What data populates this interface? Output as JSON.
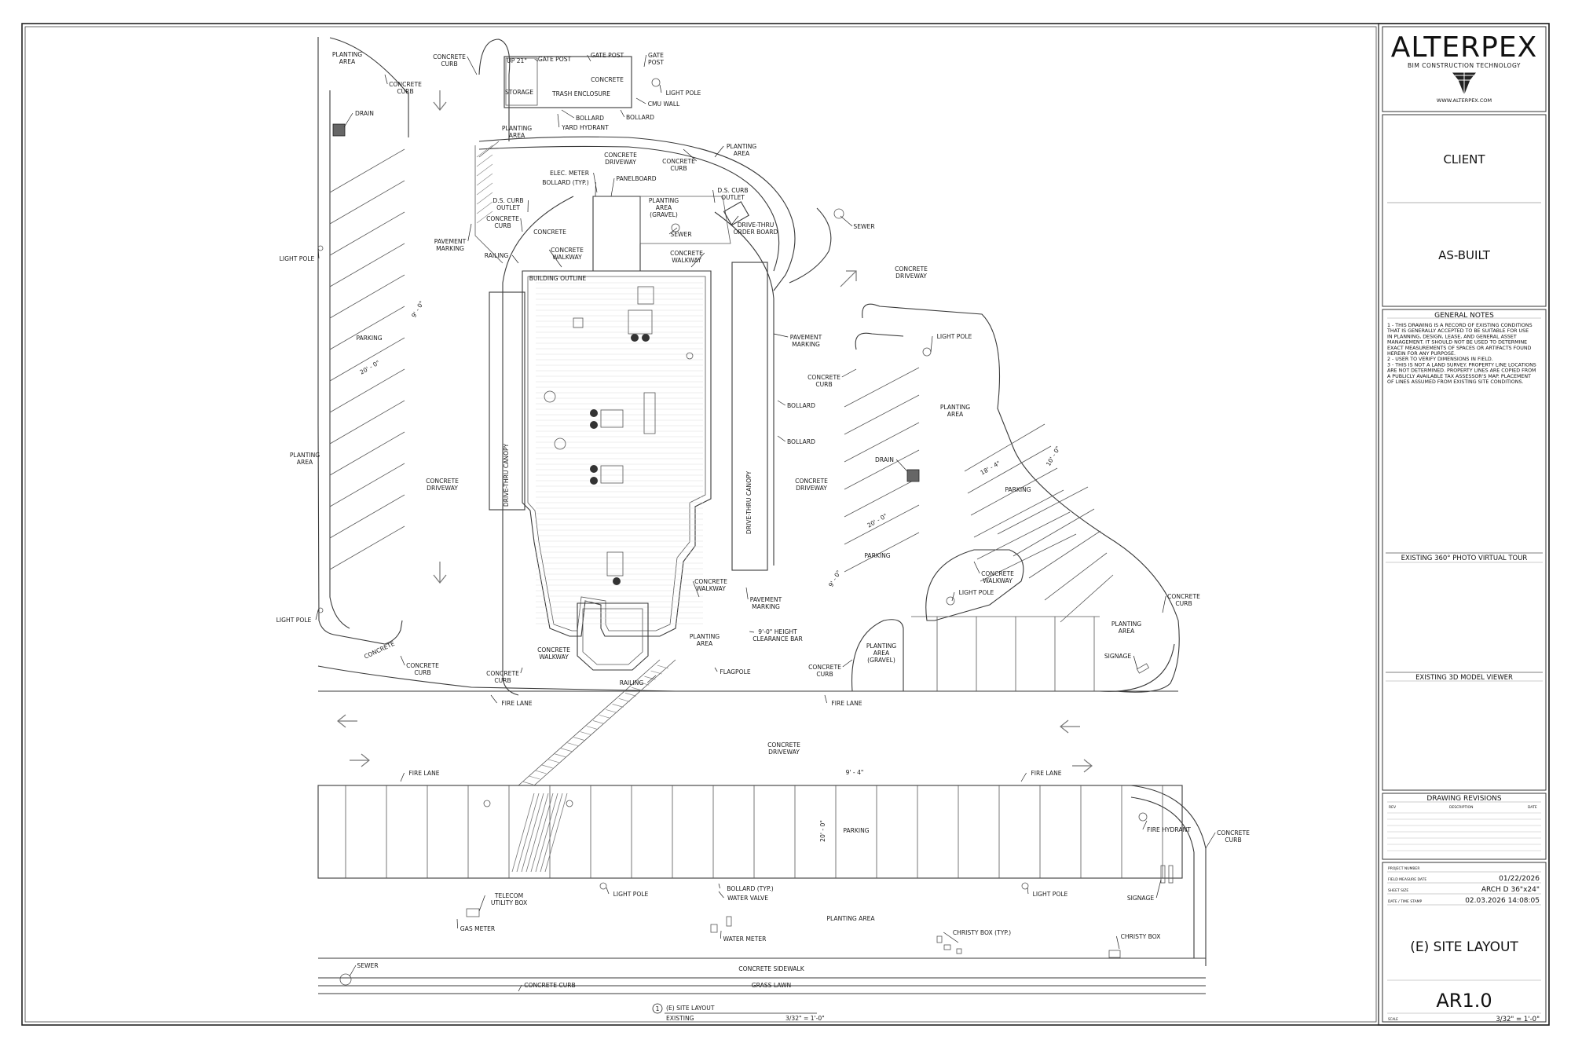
{
  "titleblock": {
    "logo": "ALTERPEX",
    "tagline": "BIM CONSTRUCTION TECHNOLOGY",
    "website": "WWW.ALTERPEX.COM",
    "client": "CLIENT",
    "status": "AS-BUILT",
    "notes_title": "GENERAL NOTES",
    "notes": [
      "1 - THIS DRAWING IS A RECORD OF EXISTING CONDITIONS",
      "THAT IS  GENERALLY ACCEPTED TO BE SUITABLE FOR USE",
      "IN PLANNING,  DESIGN, LEASE, AND GENERAL ASSET",
      "MANAGEMENT. IT SHOULD NOT BE USED TO DETERMINE",
      "EXACT MEASUREMENTS OF SPACES OR ARTIFACTS FOUND",
      "HEREIN FOR ANY PURPOSE.",
      "2 - USER TO VERIFY DIMENSIONS IN FIELD.",
      "3 - THIS IS NOT A LAND SURVEY. PROPERTY LINE LOCATIONS",
      "ARE NOT DETERMINED. PROPERTY LINES ARE COPIED FROM",
      "A PUBLICLY AVAILABLE TAX ASSESSOR'S MAP. PLACEMENT",
      "OF LINES ASSUMED FROM EXISTING SITE CONDITIONS."
    ],
    "photo_tour": "EXISTING 360° PHOTO VIRTUAL TOUR",
    "model_viewer": "EXISTING 3D MODEL VIEWER",
    "revisions_title": "DRAWING REVISIONS",
    "rev_cols": [
      "REV",
      "DESCRIPTION",
      "DATE"
    ],
    "project_number_label": "PROJECT NUMBER",
    "fields": [
      {
        "label": "FIELD MEASURE DATE",
        "value": "01/22/2026"
      },
      {
        "label": "SHEET SIZE",
        "value": "ARCH D 36\"x24\""
      },
      {
        "label": "DATE / TIME STAMP",
        "value": "02.03.2026 14:08:05"
      }
    ],
    "sheet_title": "(E) SITE LAYOUT",
    "sheet_number": "AR1.0",
    "scale_label": "SCALE",
    "scale_value": "3/32\" = 1'-0\""
  },
  "drawing_title": {
    "number": "1",
    "title": "(E) SITE LAYOUT",
    "sub": "EXISTING",
    "scale": "3/32\" = 1'-0\""
  },
  "labels": {
    "planting_area_nw": [
      "PLANTING",
      "AREA"
    ],
    "concrete_curb_nw": [
      "CONCRETE",
      "CURB"
    ],
    "drain_w": [
      "DRAIN"
    ],
    "light_pole_w": [
      "LIGHT POLE"
    ],
    "parking_w": [
      "PARKING"
    ],
    "dim_w1": [
      "9' - 0\""
    ],
    "dim_w2": [
      "20' - 0\""
    ],
    "planting_area_w": [
      "PLANTING",
      "AREA"
    ],
    "light_pole_sw": [
      "LIGHT POLE"
    ],
    "concrete_label_sw": [
      "CONCRETE"
    ],
    "concrete_curb_sw": [
      "CONCRETE",
      "CURB"
    ],
    "concrete_curb_top": [
      "CONCRETE",
      "CURB"
    ],
    "up21": [
      "UP 21\""
    ],
    "gate_post1": [
      "GATE POST"
    ],
    "gate_post2": [
      "GATE POST"
    ],
    "gate_post3": [
      "GATE",
      "POST"
    ],
    "concrete_top": [
      "CONCRETE"
    ],
    "storage": [
      "STORAGE"
    ],
    "trash_enclosure": [
      "TRASH ENCLOSURE"
    ],
    "light_pole_top": [
      "LIGHT POLE"
    ],
    "cmu_wall": [
      "CMU WALL"
    ],
    "bollard_top1": [
      "BOLLARD"
    ],
    "bollard_top2": [
      "BOLLARD"
    ],
    "yard_hydrant": [
      "YARD HYDRANT"
    ],
    "planting_area_top": [
      "PLANTING",
      "AREA"
    ],
    "planting_area_ne": [
      "PLANTING",
      "AREA"
    ],
    "concrete_driveway_top": [
      "CONCRETE",
      "DRIVEWAY"
    ],
    "concrete_curb_top2": [
      "CONCRETE",
      "CURB"
    ],
    "elec_meter": [
      "ELEC. METER"
    ],
    "bollard_typ": [
      "BOLLARD (TYP.)"
    ],
    "panelboard": [
      "PANELBOARD"
    ],
    "ds_curb_outlet1": [
      "D.S. CURB",
      "OUTLET"
    ],
    "ds_curb_outlet2": [
      "D.S. CURB",
      "OUTLET"
    ],
    "concrete_curb_l": [
      "CONCRETE",
      "CURB"
    ],
    "concrete_mid": [
      "CONCRETE"
    ],
    "planting_gravel": [
      "PLANTING",
      "AREA",
      "(GRAVEL)"
    ],
    "sewer_mid": [
      "SEWER"
    ],
    "drive_thru_board": [
      "DRIVE-THRU",
      "ORDER BOARD"
    ],
    "sewer_ne": [
      "SEWER"
    ],
    "pavement_marking_l": [
      "PAVEMENT",
      "MARKING"
    ],
    "railing_l": [
      "RAILING"
    ],
    "concrete_walkway_l": [
      "CONCRETE",
      "WALKWAY"
    ],
    "concrete_walkway_r": [
      "CONCRETE",
      "WALKWAY"
    ],
    "building_outline": [
      "BUILDING OUTLINE"
    ],
    "concrete_driveway_ne": [
      "CONCRETE",
      "DRIVEWAY"
    ],
    "pavement_marking_r": [
      "PAVEMENT",
      "MARKING"
    ],
    "light_pole_e": [
      "LIGHT POLE"
    ],
    "concrete_curb_e": [
      "CONCRETE",
      "CURB"
    ],
    "planting_area_e": [
      "PLANTING",
      "AREA"
    ],
    "bollard_e1": [
      "BOLLARD"
    ],
    "bollard_e2": [
      "BOLLARD"
    ],
    "concrete_driveway_w": [
      "CONCRETE",
      "DRIVEWAY"
    ],
    "drive_thru_canopy_l": [
      "DRIVE-THRU CANOPY"
    ],
    "drive_thru_canopy_r": [
      "DRIVE-THRU CANOPY"
    ],
    "concrete_driveway_c": [
      "CONCRETE",
      "DRIVEWAY"
    ],
    "drain_e": [
      "DRAIN"
    ],
    "dim_e1": [
      "18' - 4\""
    ],
    "dim_e2": [
      "10' - 0\""
    ],
    "parking_ne": [
      "PARKING"
    ],
    "dim_e3": [
      "20' - 0\""
    ],
    "parking_e": [
      "PARKING"
    ],
    "dim_e4": [
      "9' - 0\""
    ],
    "concrete_walkway_e": [
      "CONCRETE",
      "WALKWAY"
    ],
    "light_pole_e2": [
      "LIGHT POLE"
    ],
    "concrete_curb_far_e": [
      "CONCRETE",
      "CURB"
    ],
    "planting_area_far_e": [
      "PLANTING",
      "AREA"
    ],
    "signage_e": [
      "SIGNAGE"
    ],
    "concrete_walkway_s": [
      "CONCRETE",
      "WALKWAY"
    ],
    "pavement_marking_s": [
      "PAVEMENT",
      "MARKING"
    ],
    "clearance_bar": [
      "9'-0\" HEIGHT",
      "CLEARANCE BAR"
    ],
    "planting_area_s": [
      "PLANTING",
      "AREA"
    ],
    "flagpole": [
      "FLAGPOLE"
    ],
    "concrete_walkway_sw": [
      "CONCRETE",
      "WALKWAY"
    ],
    "concrete_curb_s": [
      "CONCRETE",
      "CURB"
    ],
    "railing_s": [
      "RAILING"
    ],
    "planting_gravel_e": [
      "PLANTING",
      "AREA",
      "(GRAVEL)"
    ],
    "concrete_curb_se": [
      "CONCRETE",
      "CURB"
    ],
    "fire_lane1": [
      "FIRE LANE"
    ],
    "fire_lane2": [
      "FIRE LANE"
    ],
    "concrete_driveway_s": [
      "CONCRETE",
      "DRIVEWAY"
    ],
    "fire_lane3": [
      "FIRE LANE"
    ],
    "fire_lane4": [
      "FIRE LANE"
    ],
    "dim_s1": [
      "9' - 4\""
    ],
    "dim_s2": [
      "20' - 0\""
    ],
    "parking_s": [
      "PARKING"
    ],
    "fire_hydrant": [
      "FIRE HYDRANT"
    ],
    "concrete_curb_far_se": [
      "CONCRETE",
      "CURB"
    ],
    "light_pole_s1": [
      "LIGHT POLE"
    ],
    "bollard_typ_s": [
      "BOLLARD (TYP.)"
    ],
    "water_valve": [
      "WATER VALVE"
    ],
    "light_pole_s2": [
      "LIGHT POLE"
    ],
    "telecom_box": [
      "TELECOM",
      "UTILITY BOX"
    ],
    "signage_s": [
      "SIGNAGE"
    ],
    "gas_meter": [
      "GAS METER"
    ],
    "planting_area_bottom": [
      "PLANTING AREA"
    ],
    "water_meter": [
      "WATER METER"
    ],
    "christy_box_typ": [
      "CHRISTY BOX (TYP.)"
    ],
    "christy_box": [
      "CHRISTY BOX"
    ],
    "sewer_s": [
      "SEWER"
    ],
    "concrete_sidewalk": [
      "CONCRETE  SIDEWALK"
    ],
    "concrete_curb_bottom": [
      "CONCRETE CURB"
    ],
    "grass_lawn": [
      "GRASS LAWN"
    ]
  }
}
